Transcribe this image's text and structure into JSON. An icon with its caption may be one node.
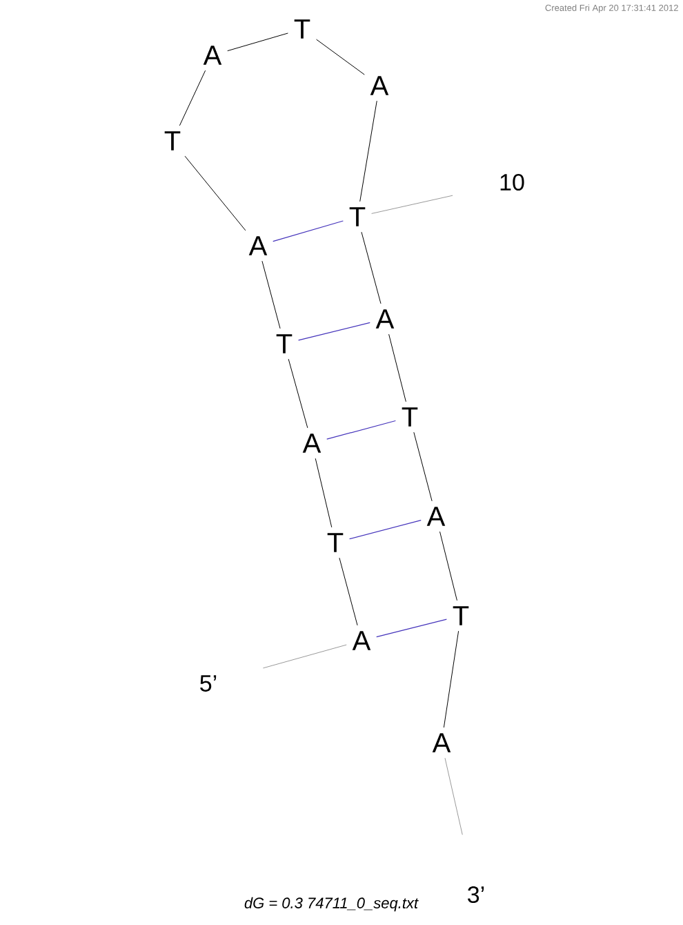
{
  "diagram": {
    "caption": "dG = 0.3 74711_0_seq.txt",
    "nodes": [
      {
        "text": [
          "A"
        ]
      },
      {
        "text": [
          "T"
        ]
      },
      {
        "text": [
          "A"
        ]
      },
      {
        "text": [
          "T"
        ]
      },
      {
        "text": [
          "A"
        ]
      },
      {
        "text": [
          "T"
        ]
      },
      {
        "text": [
          "A"
        ]
      },
      {
        "text": [
          "T"
        ]
      },
      {
        "text": [
          "A"
        ]
      },
      {
        "text": [
          "T"
        ]
      },
      {
        "text": [
          "A"
        ]
      },
      {
        "text": [
          "T"
        ]
      },
      {
        "text": [
          "A"
        ]
      },
      {
        "text": [
          "T"
        ]
      },
      {
        "text": [
          "A"
        ]
      },
      {
        "text": [
          "10"
        ]
      },
      {
        "text": [
          "5’"
        ]
      },
      {
        "text": [
          "3’"
        ]
      }
    ],
    "edges": [
      {
        "from": 0,
        "to": 1,
        "arrow": "none"
      },
      {
        "from": 1,
        "to": 2,
        "arrow": "none"
      },
      {
        "from": 2,
        "to": 3,
        "arrow": "none"
      },
      {
        "from": 3,
        "to": 4,
        "arrow": "none"
      },
      {
        "from": 4,
        "to": 5,
        "arrow": "none"
      },
      {
        "from": 5,
        "to": 6,
        "arrow": "none"
      },
      {
        "from": 6,
        "to": 7,
        "arrow": "none"
      },
      {
        "from": 7,
        "to": 8,
        "arrow": "none"
      },
      {
        "from": 8,
        "to": 9,
        "arrow": "none"
      },
      {
        "from": 9,
        "to": 10,
        "arrow": "none"
      },
      {
        "from": 10,
        "to": 11,
        "arrow": "none"
      },
      {
        "from": 11,
        "to": 12,
        "arrow": "none"
      },
      {
        "from": 12,
        "to": 13,
        "arrow": "none"
      },
      {
        "from": 13,
        "to": 14,
        "arrow": "none"
      },
      {
        "from": 0,
        "to": 13,
        "arrow": "none",
        "color": "#4433bb"
      },
      {
        "from": 1,
        "to": 12,
        "arrow": "none",
        "color": "#4433bb"
      },
      {
        "from": 2,
        "to": 11,
        "arrow": "none",
        "color": "#4433bb"
      },
      {
        "from": 3,
        "to": 10,
        "arrow": "none",
        "color": "#4433bb"
      },
      {
        "from": 4,
        "to": 9,
        "arrow": "none",
        "color": "#4433bb"
      },
      {
        "from": 15,
        "to": 9,
        "arrow": "none",
        "color": "#999999"
      },
      {
        "from": 16,
        "to": 0,
        "arrow": "none",
        "color": "#999999"
      },
      {
        "from": 17,
        "to": 14,
        "arrow": "none",
        "color": "#999999"
      }
    ],
    "labels": [
      "Created Fri Apr 20 17:31:41 2012"
    ]
  }
}
